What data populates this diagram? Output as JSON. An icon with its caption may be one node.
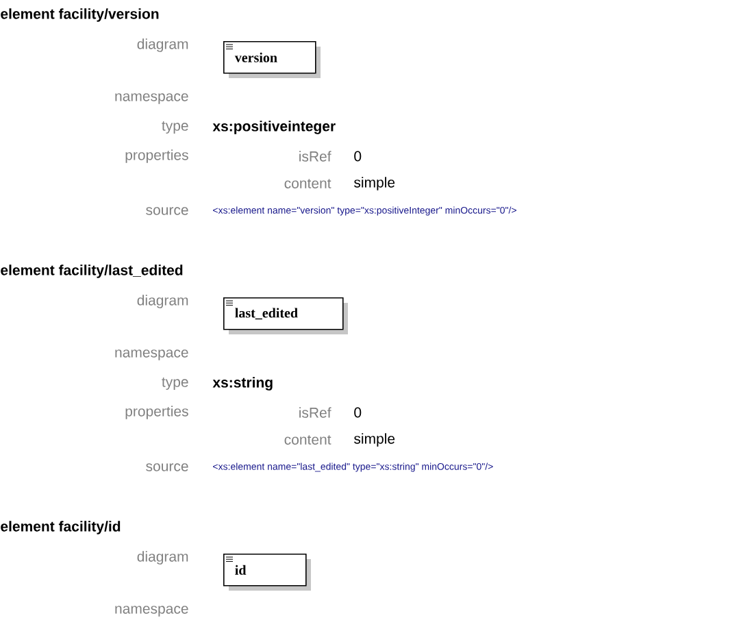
{
  "diagram": {
    "nodes": [
      {
        "text": [
          "version"
        ]
      },
      {
        "text": [
          "last_edited"
        ]
      },
      {
        "text": [
          "id"
        ]
      }
    ],
    "edges": [],
    "labels": [
      "element facility/version",
      "diagram",
      "namespace",
      "type",
      "xs:positiveinteger",
      "properties",
      "isRef",
      "0",
      "content",
      "simple",
      "source",
      "<xs:element name=\"version\" type=\"xs:positiveInteger\" minOccurs=\"0\"/>",
      "element facility/last_edited",
      "diagram",
      "namespace",
      "type",
      "xs:string",
      "properties",
      "isRef",
      "0",
      "content",
      "simple",
      "source",
      "<xs:element name=\"last_edited\" type=\"xs:string\" minOccurs=\"0\"/>",
      "element facility/id",
      "diagram",
      "namespace"
    ]
  }
}
